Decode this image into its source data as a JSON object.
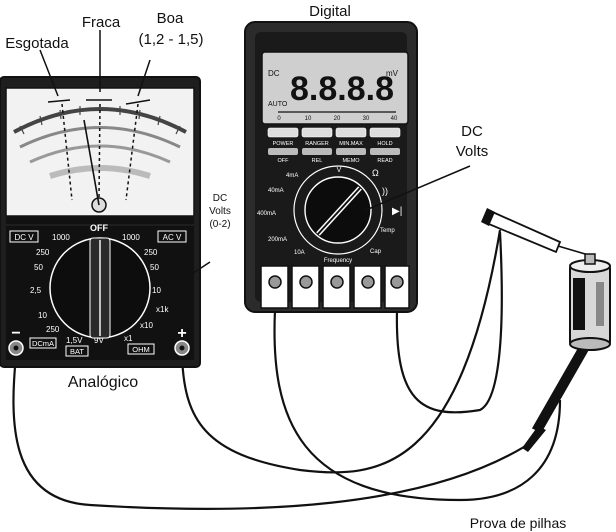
{
  "labels": {
    "esgotada": "Esgotada",
    "fraca": "Fraca",
    "boa": "Boa",
    "boa_range": "(1,2 - 1,5)",
    "digital": "Digital",
    "dc_volts_digital_line1": "DC",
    "dc_volts_digital_line2": "Volts",
    "dc_volts_analog_line1": "DC",
    "dc_volts_analog_line2": "Volts",
    "dc_volts_analog_line3": "(0-2)",
    "analogico": "Analógico",
    "prova_de_pilhas": "Prova de pilhas"
  },
  "analog_meter": {
    "off": "OFF",
    "dcv": "DC V",
    "acv": "AC V",
    "left_scale": [
      "1000",
      "250",
      "50",
      "2,5",
      "10"
    ],
    "right_scale": [
      "1000",
      "250",
      "50",
      "10"
    ],
    "bottom": [
      "250",
      "1,5V",
      "9V"
    ],
    "dcma": "DCmA",
    "bat": "BAT",
    "ohm_ranges": [
      "x1k",
      "x10",
      "x1"
    ],
    "ohm": "OHM",
    "minus": "−",
    "plus": "+"
  },
  "digital_meter": {
    "dc": "DC",
    "display_value": "8.8.8.8",
    "unit": "mV",
    "auto": "AUTO",
    "bar_scale": [
      "0",
      "10",
      "20",
      "30",
      "40"
    ],
    "buttons": [
      "POWER",
      "RANGER",
      "MIN.MAX",
      "HOLD"
    ],
    "functions": [
      "OFF",
      "REL",
      "MEMO",
      "READ"
    ],
    "dial_labels": {
      "v": "V",
      "ohm": "Ω",
      "ma4": "4mA",
      "ma40": "40mA",
      "ma400": "400mA",
      "ma200": "200mA",
      "a10": "10A",
      "frequency": "Frequency",
      "cap": "Cap",
      "temp": "Temp"
    }
  },
  "colors": {
    "ink": "#111111",
    "display": "#cfcfcf",
    "case": "#2b2b2b",
    "panel": "#1a1a1a"
  }
}
